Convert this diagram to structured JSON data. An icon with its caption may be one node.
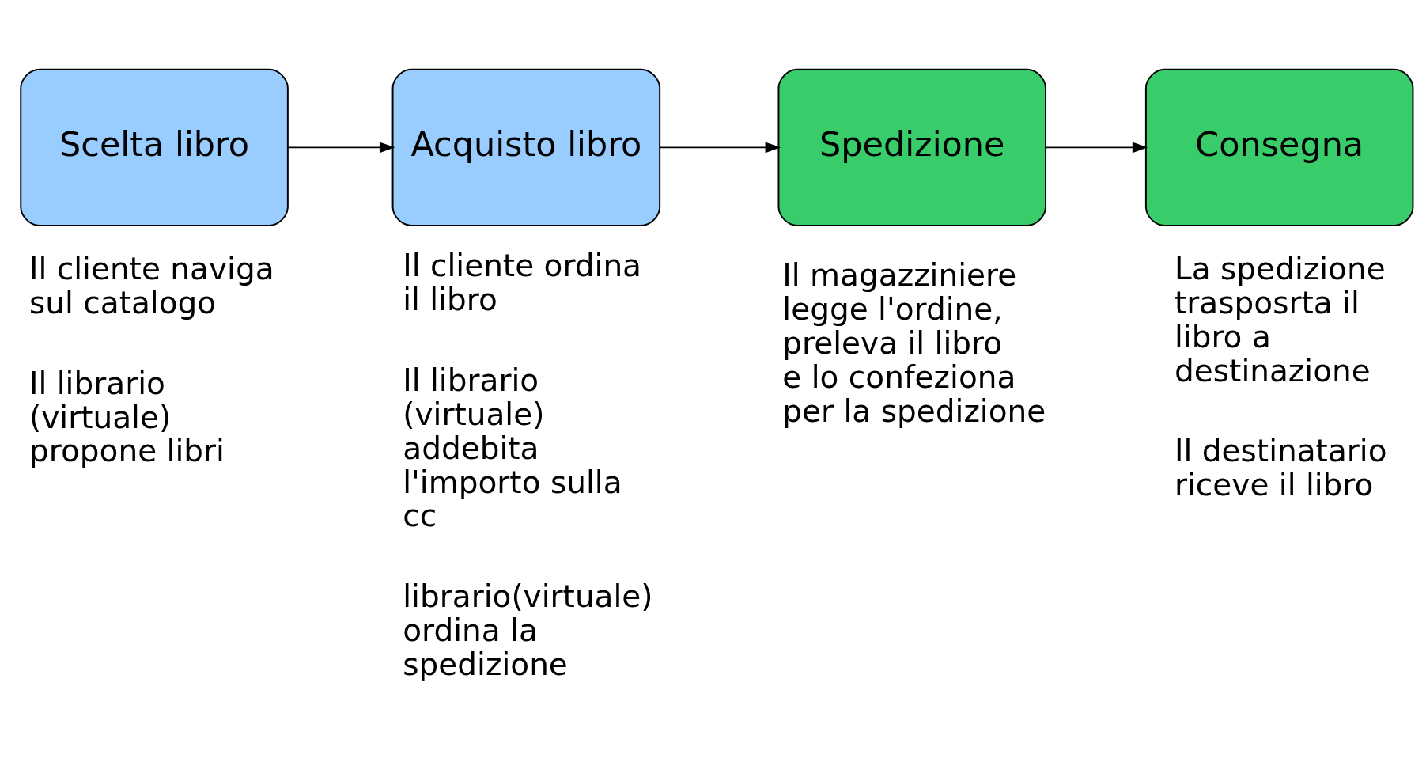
{
  "diagram": {
    "nodes": [
      {
        "text": [
          "Scelta libro"
        ],
        "beside": [
          "Il cliente naviga sul catalogo",
          "Il librario (virtuale) propone libri"
        ]
      },
      {
        "text": [
          "Acquisto libro"
        ],
        "beside": [
          "Il cliente ordina il libro",
          "Il librario (virtuale) addebita l'importo sulla cc",
          "librario(virtuale) ordina la spedizione"
        ]
      },
      {
        "text": [
          "Spedizione"
        ],
        "beside": [
          "Il magazziniere legge l'ordine, preleva il libro e lo confeziona per la spedizione"
        ]
      },
      {
        "text": [
          "Consegna"
        ],
        "beside": [
          "La spedizione trasposrta il libro a destinazione",
          "Il destinatario riceve il libro"
        ]
      }
    ],
    "edges": [
      {
        "from": 0,
        "to": 1,
        "arrow": "to"
      },
      {
        "from": 1,
        "to": 2,
        "arrow": "to"
      },
      {
        "from": 2,
        "to": 3,
        "arrow": "to"
      }
    ]
  }
}
